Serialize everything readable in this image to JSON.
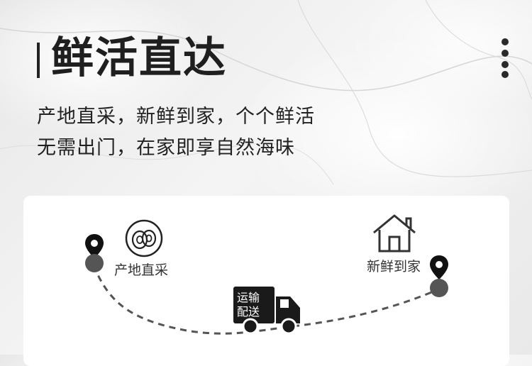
{
  "header": {
    "title": "鲜活直达",
    "line1": "产地直采，新鲜到家，个个鲜活",
    "line2": "无需出门，在家即享自然海味"
  },
  "route": {
    "origin_label": "产地直采",
    "destination_label": "新鲜到家",
    "transport_label_1": "运输",
    "transport_label_2": "配送"
  },
  "icons": {
    "origin_pin": "location-pin-icon",
    "origin_product": "abalone-icon",
    "destination_home": "house-icon",
    "destination_pin": "location-pin-icon",
    "transport": "delivery-truck-icon",
    "menu": "more-vertical-icon"
  },
  "colors": {
    "text": "#222222",
    "pin_dot": "#555555",
    "route_line": "#555555",
    "card": "#ffffff"
  }
}
